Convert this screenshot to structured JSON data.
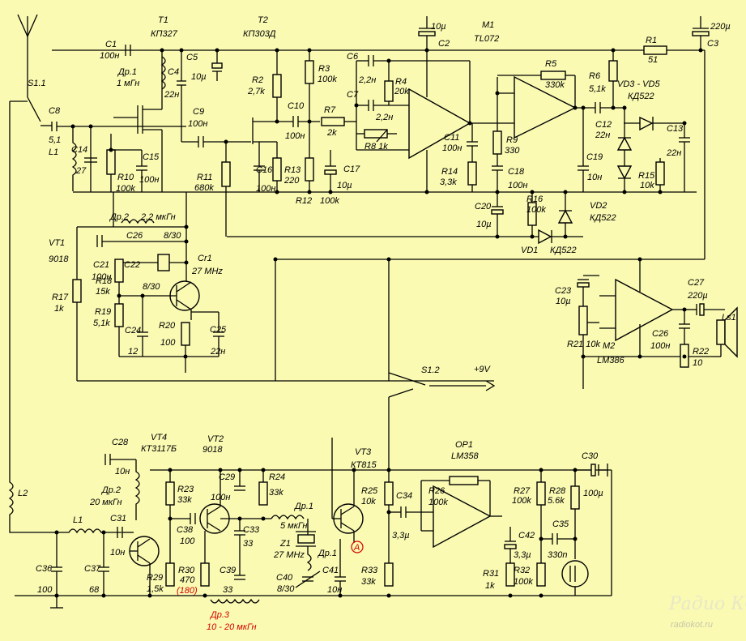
{
  "watermark": {
    "logo": "Радио КОТ",
    "url": "radiokot.ru"
  },
  "labels": [
    {
      "name": "label-t1",
      "t": "T1"
    },
    {
      "name": "label-t1-type",
      "t": "КП327"
    },
    {
      "name": "label-t2",
      "t": "T2"
    },
    {
      "name": "label-t2-type",
      "t": "КП303Д"
    },
    {
      "name": "label-c1",
      "t": "C1"
    },
    {
      "name": "label-c1-val",
      "t": "100н"
    },
    {
      "name": "label-dr1",
      "t": "Др.1"
    },
    {
      "name": "label-dr1-val",
      "t": "1 мГн"
    },
    {
      "name": "label-c5",
      "t": "C5"
    },
    {
      "name": "label-c5-val",
      "t": "10µ"
    },
    {
      "name": "label-c4",
      "t": "C4"
    },
    {
      "name": "label-c4-val",
      "t": "22н"
    },
    {
      "name": "label-s11",
      "t": "S1.1"
    },
    {
      "name": "label-c8",
      "t": "C8"
    },
    {
      "name": "label-c8-val",
      "t": "5,1"
    },
    {
      "name": "label-l1",
      "t": "L1"
    },
    {
      "name": "label-c14",
      "t": "C14"
    },
    {
      "name": "label-c14-val",
      "t": "27"
    },
    {
      "name": "label-c15",
      "t": "C15"
    },
    {
      "name": "label-c15-val",
      "t": "100н"
    },
    {
      "name": "label-r10",
      "t": "R10"
    },
    {
      "name": "label-r10-val",
      "t": "100k"
    },
    {
      "name": "label-c9",
      "t": "C9"
    },
    {
      "name": "label-c9-val",
      "t": "100н"
    },
    {
      "name": "label-r2",
      "t": "R2"
    },
    {
      "name": "label-r2-val",
      "t": "2,7k"
    },
    {
      "name": "label-r3",
      "t": "R3"
    },
    {
      "name": "label-r3-val",
      "t": "100k"
    },
    {
      "name": "label-c10",
      "t": "C10"
    },
    {
      "name": "label-c10-val",
      "t": "100н"
    },
    {
      "name": "label-r7",
      "t": "R7"
    },
    {
      "name": "label-r7-val",
      "t": "2k"
    },
    {
      "name": "label-c6",
      "t": "C6"
    },
    {
      "name": "label-c6-val",
      "t": "2,2н"
    },
    {
      "name": "label-c7",
      "t": "C7"
    },
    {
      "name": "label-c7-val",
      "t": "2,2н"
    },
    {
      "name": "label-r4",
      "t": "R4"
    },
    {
      "name": "label-r4-val",
      "t": "20k"
    },
    {
      "name": "label-r8",
      "t": "R8 1k"
    },
    {
      "name": "label-r11",
      "t": "R11"
    },
    {
      "name": "label-r11-val",
      "t": "680k"
    },
    {
      "name": "label-c16",
      "t": "C16"
    },
    {
      "name": "label-c16-val",
      "t": "100н"
    },
    {
      "name": "label-r13",
      "t": "R13"
    },
    {
      "name": "label-r13-val",
      "t": "220"
    },
    {
      "name": "label-c17",
      "t": "C17"
    },
    {
      "name": "label-c17-val",
      "t": "10µ"
    },
    {
      "name": "label-r12",
      "t": "R12"
    },
    {
      "name": "label-r12-val",
      "t": "100k"
    },
    {
      "name": "label-c2",
      "t": "C2"
    },
    {
      "name": "label-c2-val",
      "t": "10µ"
    },
    {
      "name": "label-m1",
      "t": "M1"
    },
    {
      "name": "label-m1-type",
      "t": "TL072"
    },
    {
      "name": "label-c11",
      "t": "C11"
    },
    {
      "name": "label-c11-val",
      "t": "100н"
    },
    {
      "name": "label-r14",
      "t": "R14"
    },
    {
      "name": "label-r14-val",
      "t": "3,3k"
    },
    {
      "name": "label-r9",
      "t": "R9"
    },
    {
      "name": "label-r9-val",
      "t": "330"
    },
    {
      "name": "label-c18",
      "t": "C18"
    },
    {
      "name": "label-c18-val",
      "t": "100н"
    },
    {
      "name": "label-r5",
      "t": "R5"
    },
    {
      "name": "label-r5-val",
      "t": "330k"
    },
    {
      "name": "label-r6",
      "t": "R6"
    },
    {
      "name": "label-r6-val",
      "t": "5,1k"
    },
    {
      "name": "label-r1",
      "t": "R1"
    },
    {
      "name": "label-r1-val",
      "t": "51"
    },
    {
      "name": "label-c3",
      "t": "C3"
    },
    {
      "name": "label-c3-val",
      "t": "220µ"
    },
    {
      "name": "label-vd35",
      "t": "VD3 - VD5"
    },
    {
      "name": "label-vd35-type",
      "t": "КД522"
    },
    {
      "name": "label-c12",
      "t": "C12"
    },
    {
      "name": "label-c12-val",
      "t": "22н"
    },
    {
      "name": "label-c13",
      "t": "C13"
    },
    {
      "name": "label-c13-val",
      "t": "22н"
    },
    {
      "name": "label-c19",
      "t": "C19"
    },
    {
      "name": "label-c19-val",
      "t": "10н"
    },
    {
      "name": "label-r15",
      "t": "R15"
    },
    {
      "name": "label-r15-val",
      "t": "10k"
    },
    {
      "name": "label-c20",
      "t": "C20"
    },
    {
      "name": "label-c20-val",
      "t": "10µ"
    },
    {
      "name": "label-r16",
      "t": "R16"
    },
    {
      "name": "label-r16-val",
      "t": "100k"
    },
    {
      "name": "label-vd2",
      "t": "VD2"
    },
    {
      "name": "label-vd2-type",
      "t": "КД522"
    },
    {
      "name": "label-vd1",
      "t": "VD1"
    },
    {
      "name": "label-vd1-type",
      "t": "КД522"
    },
    {
      "name": "label-dr2",
      "t": "Др.2"
    },
    {
      "name": "label-dr2-val",
      "t": "2,2 мкГн"
    },
    {
      "name": "label-c26-osc",
      "t": "C26"
    },
    {
      "name": "label-c26-osc-val",
      "t": "8/30"
    },
    {
      "name": "label-vt1",
      "t": "VT1"
    },
    {
      "name": "label-vt1-type",
      "t": "9018"
    },
    {
      "name": "label-c21",
      "t": "C21"
    },
    {
      "name": "label-c21-val",
      "t": "100н"
    },
    {
      "name": "label-c22",
      "t": "C22"
    },
    {
      "name": "label-c22-val",
      "t": "8/30"
    },
    {
      "name": "label-cr1",
      "t": "Cr1"
    },
    {
      "name": "label-cr1-val",
      "t": "27 MHz"
    },
    {
      "name": "label-r18",
      "t": "R18"
    },
    {
      "name": "label-r18-val",
      "t": "15k"
    },
    {
      "name": "label-r17",
      "t": "R17"
    },
    {
      "name": "label-r17-val",
      "t": "1k"
    },
    {
      "name": "label-r19",
      "t": "R19"
    },
    {
      "name": "label-r19-val",
      "t": "5,1k"
    },
    {
      "name": "label-c24",
      "t": "C24"
    },
    {
      "name": "label-c24-val",
      "t": "12"
    },
    {
      "name": "label-r20",
      "t": "R20"
    },
    {
      "name": "label-r20-val",
      "t": "100"
    },
    {
      "name": "label-c25",
      "t": "C25"
    },
    {
      "name": "label-c25-val",
      "t": "22н"
    },
    {
      "name": "label-c23",
      "t": "C23"
    },
    {
      "name": "label-c23-val",
      "t": "10µ"
    },
    {
      "name": "label-r21",
      "t": "R21 10k"
    },
    {
      "name": "label-m2",
      "t": "M2"
    },
    {
      "name": "label-m2-type",
      "t": "LM386"
    },
    {
      "name": "label-c27",
      "t": "C27"
    },
    {
      "name": "label-c27-val",
      "t": "220µ"
    },
    {
      "name": "label-ls1",
      "t": "Ls1"
    },
    {
      "name": "label-c26",
      "t": "C26"
    },
    {
      "name": "label-c26-val",
      "t": "100н"
    },
    {
      "name": "label-r22",
      "t": "R22"
    },
    {
      "name": "label-r22-val",
      "t": "10"
    },
    {
      "name": "label-s12",
      "t": "S1.2"
    },
    {
      "name": "label-9v",
      "t": "+9V"
    },
    {
      "name": "label-c28",
      "t": "C28"
    },
    {
      "name": "label-c28-val",
      "t": "10н"
    },
    {
      "name": "label-vt4",
      "t": "VT4"
    },
    {
      "name": "label-vt4-type",
      "t": "КТ3117Б"
    },
    {
      "name": "label-vt2",
      "t": "VT2"
    },
    {
      "name": "label-vt2-type",
      "t": "9018"
    },
    {
      "name": "label-vt3",
      "t": "VT3"
    },
    {
      "name": "label-vt3-type",
      "t": "КТ815"
    },
    {
      "name": "label-op1",
      "t": "OP1"
    },
    {
      "name": "label-op1-type",
      "t": "LM358"
    },
    {
      "name": "label-c30",
      "t": "C30"
    },
    {
      "name": "label-c30-val",
      "t": "100µ"
    },
    {
      "name": "label-c29",
      "t": "C29"
    },
    {
      "name": "label-c29-val",
      "t": "100н"
    },
    {
      "name": "label-r23",
      "t": "R23"
    },
    {
      "name": "label-r23-val",
      "t": "33k"
    },
    {
      "name": "label-r24",
      "t": "R24"
    },
    {
      "name": "label-r24-val",
      "t": "33k"
    },
    {
      "name": "label-dr2tx",
      "t": "Др.2"
    },
    {
      "name": "label-dr2tx-val",
      "t": "20 мкГн"
    },
    {
      "name": "label-l2",
      "t": "L2"
    },
    {
      "name": "label-l1tx",
      "t": "L1"
    },
    {
      "name": "label-c31",
      "t": "C31"
    },
    {
      "name": "label-c31-val",
      "t": "10н"
    },
    {
      "name": "label-c38",
      "t": "C38"
    },
    {
      "name": "label-c38-val",
      "t": "100"
    },
    {
      "name": "label-c33",
      "t": "C33"
    },
    {
      "name": "label-c33-val",
      "t": "33"
    },
    {
      "name": "label-dr1tx",
      "t": "Др.1"
    },
    {
      "name": "label-dr1tx-val",
      "t": "5 мкГн"
    },
    {
      "name": "label-z1",
      "t": "Z1"
    },
    {
      "name": "label-z1-val",
      "t": "27 MHz"
    },
    {
      "name": "label-dr1tx2",
      "t": "Др.1"
    },
    {
      "name": "label-r25",
      "t": "R25"
    },
    {
      "name": "label-r25-val",
      "t": "10k"
    },
    {
      "name": "label-c34",
      "t": "C34"
    },
    {
      "name": "label-c34-val",
      "t": "3,3µ"
    },
    {
      "name": "label-r26",
      "t": "R26"
    },
    {
      "name": "label-r26-val",
      "t": "100k"
    },
    {
      "name": "label-r27",
      "t": "R27"
    },
    {
      "name": "label-r27-val",
      "t": "100k"
    },
    {
      "name": "label-r28",
      "t": "R28"
    },
    {
      "name": "label-r28-val",
      "t": "5.6k"
    },
    {
      "name": "label-c42",
      "t": "C42"
    },
    {
      "name": "label-c42-val",
      "t": "3,3µ"
    },
    {
      "name": "label-c35",
      "t": "C35"
    },
    {
      "name": "label-c35-val",
      "t": "330n"
    },
    {
      "name": "label-c36",
      "t": "C36"
    },
    {
      "name": "label-c36-val",
      "t": "100"
    },
    {
      "name": "label-c37",
      "t": "C37"
    },
    {
      "name": "label-c37-val",
      "t": "68"
    },
    {
      "name": "label-r29",
      "t": "R29"
    },
    {
      "name": "label-r29-val",
      "t": "1,5k"
    },
    {
      "name": "label-r30",
      "t": "R30"
    },
    {
      "name": "label-r30-val",
      "t": "470"
    },
    {
      "name": "label-r30-alt",
      "t": "(180)",
      "red": true
    },
    {
      "name": "label-c39",
      "t": "C39"
    },
    {
      "name": "label-c39-val",
      "t": "33"
    },
    {
      "name": "label-c40",
      "t": "C40"
    },
    {
      "name": "label-c40-val",
      "t": "8/30"
    },
    {
      "name": "label-c41",
      "t": "C41"
    },
    {
      "name": "label-c41-val",
      "t": "10н"
    },
    {
      "name": "label-r33",
      "t": "R33"
    },
    {
      "name": "label-r33-val",
      "t": "33k"
    },
    {
      "name": "label-r31",
      "t": "R31"
    },
    {
      "name": "label-r31-val",
      "t": "1k"
    },
    {
      "name": "label-r32",
      "t": "R32"
    },
    {
      "name": "label-r32-val",
      "t": "100k"
    },
    {
      "name": "label-dr3",
      "t": "Др.3",
      "red": true
    },
    {
      "name": "label-dr3-val",
      "t": "10 - 20 мкГн",
      "red": true
    },
    {
      "name": "label-point-a",
      "t": "A",
      "red": true
    }
  ]
}
